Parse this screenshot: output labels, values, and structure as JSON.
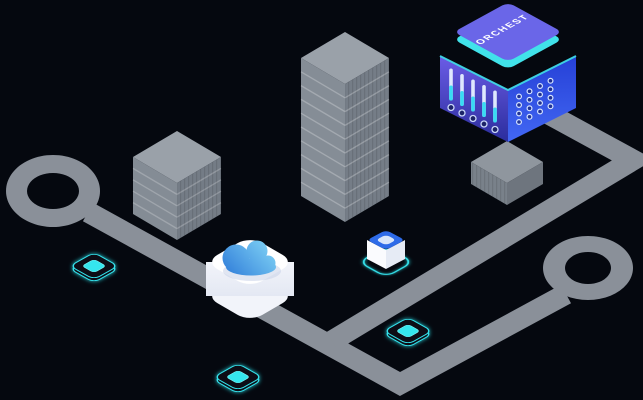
{
  "scene": {
    "description": "Isometric dark-themed infrastructure illustration",
    "orchest_cube": {
      "label": "ORCHEST"
    },
    "colors": {
      "background": "#05080f",
      "road": "#8a9099",
      "accent_cyan": "#34e2ec",
      "chip_fill": "#36e6ee",
      "server_blue": "#2f4fe8",
      "server_indigo": "#5b50d8",
      "building_gray": "#818992",
      "cloud_blue": "#58b0ee",
      "stack_white": "#f7f9fd"
    },
    "objects": [
      "orchest-server-cube",
      "city-building-left",
      "city-building-tall",
      "server-box-small",
      "database-stack-with-cloud",
      "compute-node-cube",
      "circuit-chip-left",
      "circuit-chip-middle",
      "circuit-chip-bottom",
      "road-network-with-roundabouts"
    ]
  }
}
